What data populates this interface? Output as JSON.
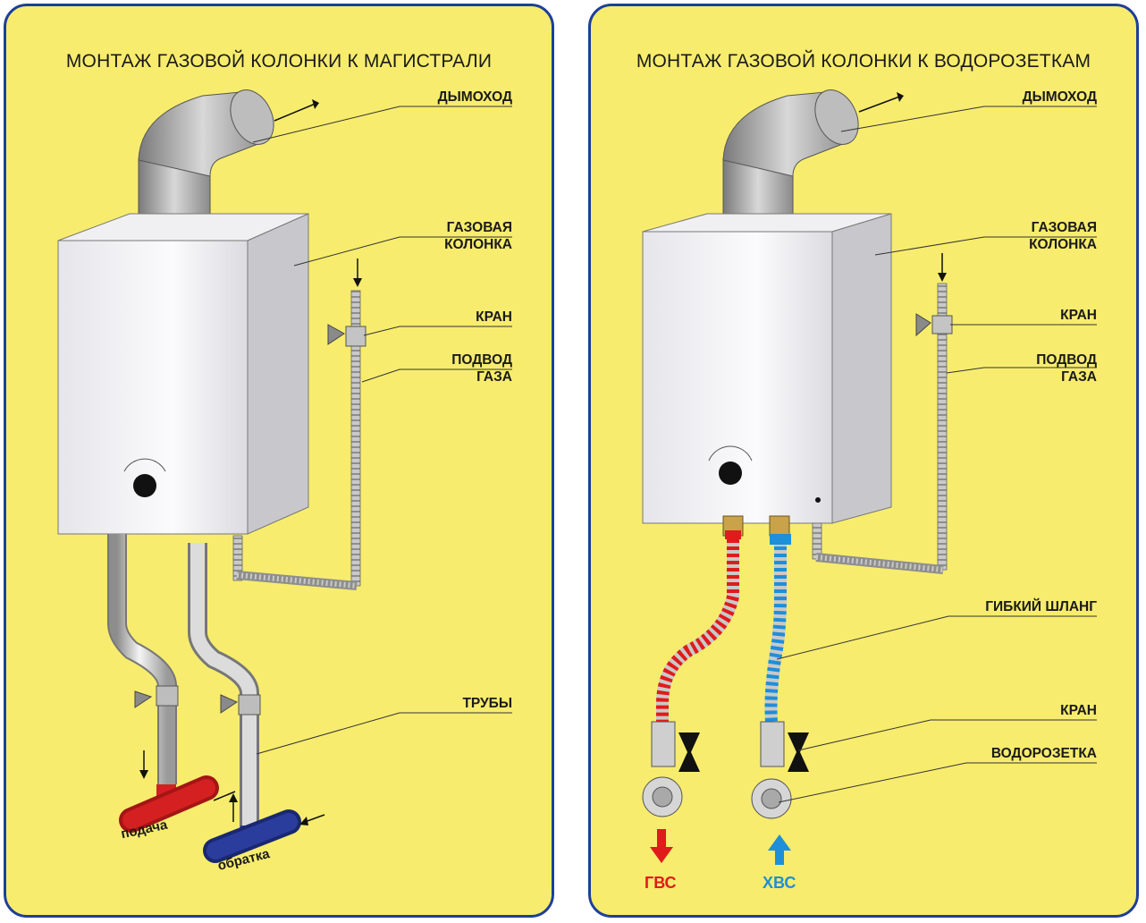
{
  "left_panel": {
    "title": "МОНТАЖ ГАЗОВОЙ КОЛОНКИ К МАГИСТРАЛИ",
    "labels": {
      "chimney": "ДЫМОХОД",
      "heater": "ГАЗОВАЯ\nКОЛОНКА",
      "valve": "КРАН",
      "gas_supply": "ПОДВОД\nГАЗА",
      "pipes": "ТРУБЫ"
    },
    "supply_label": "подача",
    "return_label": "обратка"
  },
  "right_panel": {
    "title": "МОНТАЖ ГАЗОВОЙ КОЛОНКИ К ВОДОРОЗЕТКАМ",
    "labels": {
      "chimney": "ДЫМОХОД",
      "heater": "ГАЗОВАЯ\nКОЛОНКА",
      "valve": "КРАН",
      "gas_supply": "ПОДВОД\nГАЗА",
      "flex_hose": "ГИБКИЙ ШЛАНГ",
      "valve2": "КРАН",
      "water_outlet": "ВОДОРОЗЕТКА"
    },
    "hot_water_label": "ГВС",
    "cold_water_label": "ХВС"
  },
  "colors": {
    "background": "#f7ec6e",
    "border": "#1d3f9a",
    "hot": "#e01b1b",
    "cold": "#1e8fd8",
    "supply_pipe": "#d42020",
    "return_pipe": "#2a3d9c"
  }
}
